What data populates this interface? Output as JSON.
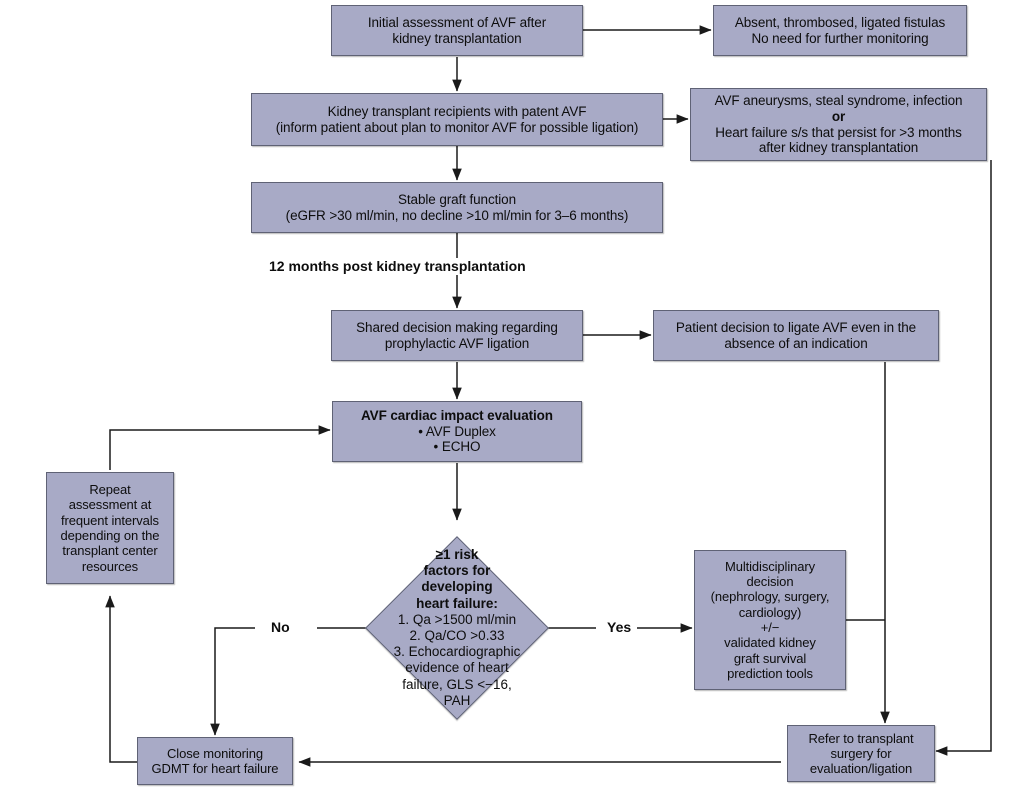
{
  "diagram": {
    "title": "AVF management algorithm after kidney transplantation",
    "fill_color": "#a8aac6",
    "stroke_color": "#5f6275",
    "line_color": "#1a1a1a",
    "background": "#ffffff"
  },
  "nodes": {
    "initial_assessment": {
      "lines": [
        "Initial assessment of AVF after",
        "kidney transplantation"
      ]
    },
    "absent_fistulas": {
      "lines": [
        "Absent, thrombosed, ligated fistulas",
        "No need for further monitoring"
      ]
    },
    "patent_avf": {
      "lines": [
        "Kidney transplant recipients with patent AVF",
        "(inform patient about plan to monitor AVF for possible ligation)"
      ]
    },
    "complications": {
      "lines": [
        "AVF aneurysms, steal syndrome, infection",
        "or",
        "Heart failure s/s that persist for >3 months",
        "after kidney transplantation"
      ],
      "bold_line_index": 1
    },
    "stable_graft": {
      "lines": [
        "Stable graft function",
        "(eGFR >30 ml/min, no decline >10 ml/min for 3–6 months)"
      ]
    },
    "shared_decision": {
      "lines": [
        "Shared decision making regarding",
        "prophylactic AVF ligation"
      ]
    },
    "patient_decision": {
      "lines": [
        "Patient decision to ligate AVF even in the",
        "absence of an indication"
      ]
    },
    "cardiac_impact": {
      "heading": "AVF cardiac impact evaluation",
      "lines": [
        "• AVF Duplex",
        "• ECHO"
      ]
    },
    "repeat_assessment": {
      "lines": [
        "Repeat",
        "assessment at",
        "frequent intervals",
        "depending on the",
        "transplant center",
        "resources"
      ]
    },
    "risk_decision": {
      "heading": [
        "≥1 risk",
        "factors for",
        "developing",
        "heart failure:"
      ],
      "lines": [
        "1. Qa >1500 ml/min",
        "2. Qa/CO >0.33",
        "3. Echocardiographic",
        "evidence of heart",
        "failure, GLS <−16,",
        "PAH"
      ]
    },
    "multidisciplinary": {
      "lines": [
        "Multidisciplinary",
        "decision",
        "(nephrology, surgery,",
        "cardiology)",
        "+/−",
        "validated kidney",
        "graft survival",
        "prediction tools"
      ]
    },
    "refer_surgery": {
      "lines": [
        "Refer to transplant",
        "surgery for",
        "evaluation/ligation"
      ]
    },
    "close_monitoring": {
      "lines": [
        "Close monitoring",
        "GDMT for heart failure"
      ]
    }
  },
  "edge_labels": {
    "twelve_months": "12 months post kidney transplantation",
    "no": "No",
    "yes": "Yes"
  }
}
